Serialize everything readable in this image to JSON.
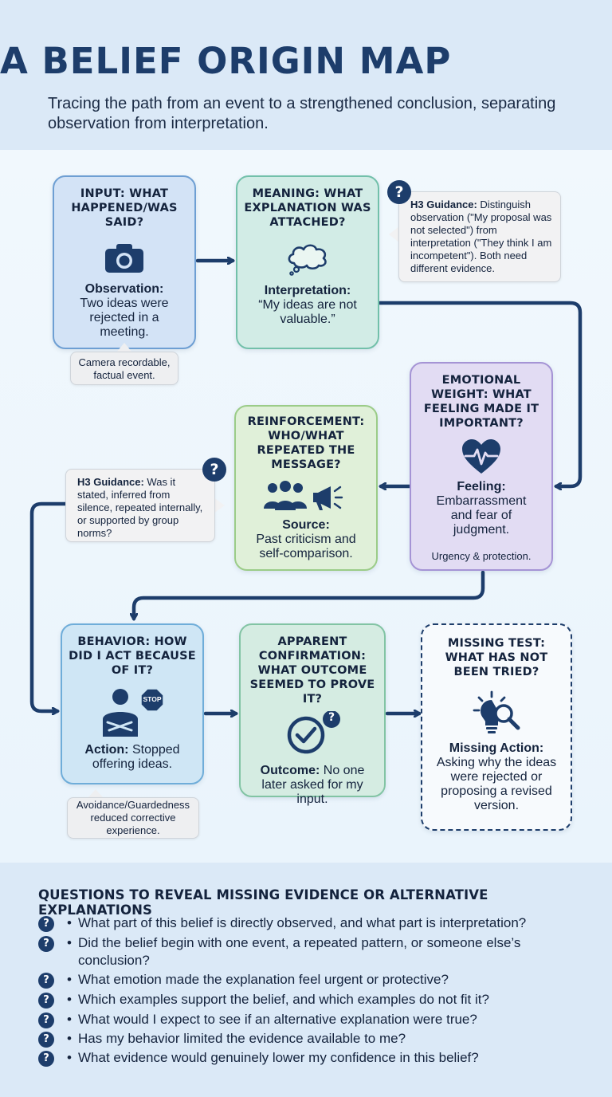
{
  "header": {
    "title": "A BELIEF ORIGIN MAP",
    "subtitle": "Tracing the path from an event to a strengthened conclusion, separating observation from interpretation."
  },
  "nodes": {
    "input": {
      "heading": "INPUT: WHAT HAPPENED/WAS SAID?",
      "label": "Observation:",
      "text": "Two ideas were rejected in a meeting.",
      "icon": "camera-icon"
    },
    "meaning": {
      "heading": "MEANING: WHAT EXPLANATION WAS ATTACHED?",
      "label": "Interpretation:",
      "text": "“My ideas are not valuable.”",
      "icon": "thought-cloud-icon"
    },
    "emotional": {
      "heading": "EMOTIONAL WEIGHT: WHAT FEELING MADE IT IMPORTANT?",
      "label": "Feeling:",
      "text": "Embarrassment and fear of judgment.",
      "footer": "Urgency & protection.",
      "icon": "heartbeat-icon"
    },
    "reinforcement": {
      "heading": "REINFORCEMENT: WHO/WHAT REPEATED THE MESSAGE?",
      "label": "Source:",
      "text": "Past criticism and self-comparison.",
      "icon": "group-megaphone-icon"
    },
    "behavior": {
      "heading": "BEHAVIOR: HOW DID I ACT BECAUSE OF IT?",
      "label": "Action:",
      "text": "Stopped offering ideas.",
      "stop_sign": "STOP",
      "icon": "person-stop-icon"
    },
    "confirmation": {
      "heading": "APPARENT CONFIRMATION: WHAT OUTCOME SEEMED TO PROVE IT?",
      "label": "Outcome:",
      "text": "No one later asked for my input.",
      "icon": "check-question-icon"
    },
    "missing": {
      "heading": "MISSING TEST: WHAT HAS NOT BEEN TRIED?",
      "label": "Missing Action:",
      "text": "Asking why the ideas were rejected or proposing a revised version.",
      "icon": "lightbulb-search-icon"
    }
  },
  "notes": {
    "camera": "Camera recordable, factual event.",
    "avoidance": "Avoidance/Guardedness reduced corrective experience."
  },
  "guidance": {
    "g1_label": "H3 Guidance:",
    "g1_text": "Distinguish observation (\"My proposal was not selected\") from interpretation (\"They think I am incompetent\"). Both need different evidence.",
    "g2_label": "H3 Guidance:",
    "g2_text": "Was it stated, inferred from silence, repeated internally, or supported by group norms?",
    "badge": "?"
  },
  "questions": {
    "title": "QUESTIONS TO REVEAL MISSING EVIDENCE OR ALTERNATIVE EXPLANATIONS",
    "icon": "?",
    "items": [
      "What part of this belief is directly observed, and what part is interpretation?",
      "Did the belief begin with one event, a repeated pattern, or someone else’s conclusion?",
      "What emotion made the explanation feel urgent or protective?",
      "Which examples support the belief, and which examples do not fit it?",
      "What would I expect to see if an alternative explanation were true?",
      "Has my behavior limited the evidence available to me?",
      "What evidence would genuinely lower my confidence in this belief?"
    ]
  },
  "colors": {
    "navy": "#1d3d6b",
    "arrow": "#1d3d6b"
  }
}
